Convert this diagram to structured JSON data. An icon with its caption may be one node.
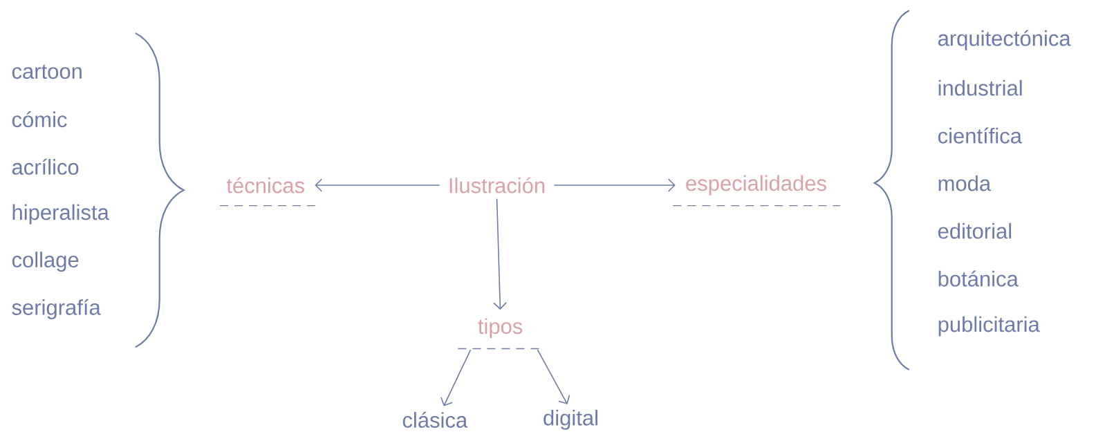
{
  "diagram": {
    "nodes": [
      {
        "text": [
          "Ilustración"
        ]
      },
      {
        "text": [
          "técnicas"
        ]
      },
      {
        "text": [
          "especialidades"
        ]
      },
      {
        "text": [
          "tipos"
        ]
      },
      {
        "text": [
          "clásica"
        ]
      },
      {
        "text": [
          "digital"
        ]
      }
    ],
    "edges": [
      {
        "from": 0,
        "to": 1,
        "arrow": "to"
      },
      {
        "from": 0,
        "to": 2,
        "arrow": "to"
      },
      {
        "from": 0,
        "to": 3,
        "arrow": "to"
      },
      {
        "from": 3,
        "to": 4,
        "arrow": "to"
      },
      {
        "from": 3,
        "to": 5,
        "arrow": "to"
      }
    ],
    "labels": [
      "cartoon",
      "cómic",
      "acrílico",
      "hiperalista",
      "collage",
      "serigrafía",
      "arquitectónica",
      "industrial",
      "científica",
      "moda",
      "editorial",
      "botánica",
      "publicitaria"
    ]
  }
}
